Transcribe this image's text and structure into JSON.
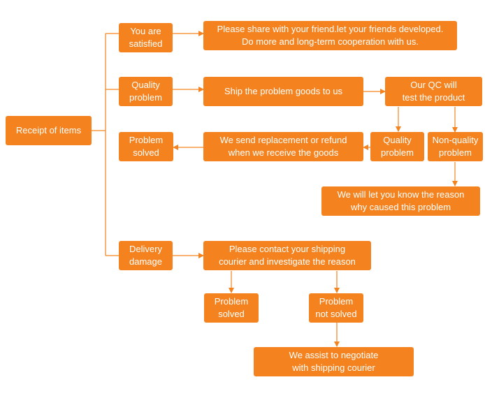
{
  "colors": {
    "box": "#f4831f",
    "line": "#f4831f",
    "text": "#ffffff"
  },
  "nodes": {
    "receipt": "Receipt of items",
    "satisfied": "You are\nsatisfied",
    "share": "Please share with your friend.let your friends developed.\nDo more and long-term cooperation with us.",
    "quality_problem": "Quality\nproblem",
    "ship": "Ship the problem goods to us",
    "qc": "Our QC will\ntest the product",
    "quality_problem_2": "Quality\nproblem",
    "non_quality": "Non-quality\nproblem",
    "send_replacement": "We send replacement or refund\nwhen we receive the goods",
    "solved_1": "Problem\nsolved",
    "reason": "We will let you know the reason\nwhy caused this problem",
    "delivery": "Delivery\ndamage",
    "contact": "Please contact your shipping\ncourier and investigate the reason",
    "solved_2": "Problem\nsolved",
    "not_solved": "Problem\nnot solved",
    "negotiate": "We assist to negotiate\nwith shipping courier"
  }
}
